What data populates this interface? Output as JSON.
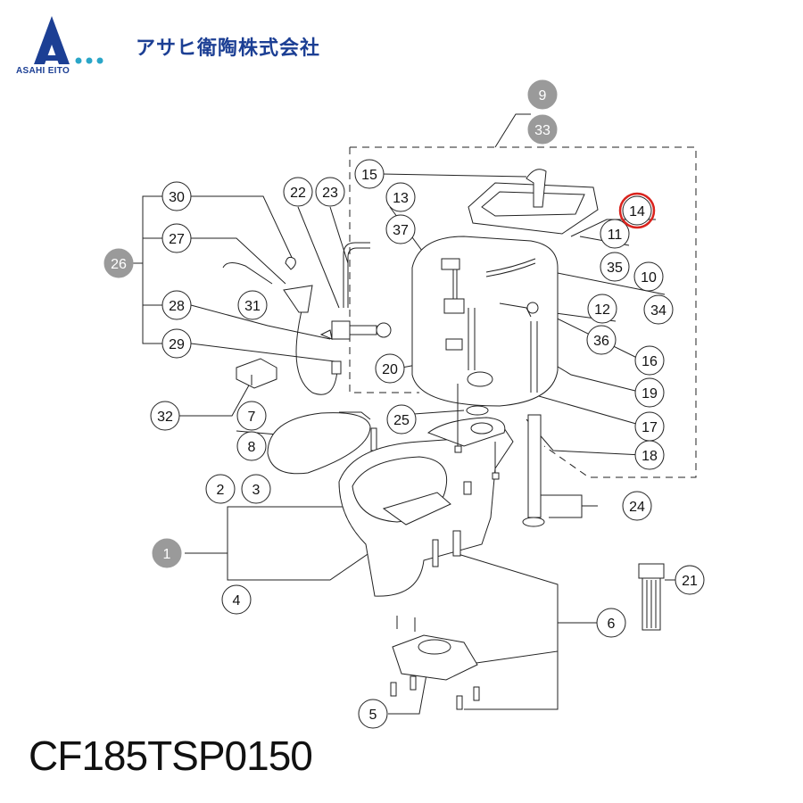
{
  "brand": {
    "logo_text": "ASAHI EITO",
    "company_name": "アサヒ衛陶株式会社",
    "logo_color": "#1c3f94",
    "dot_color": "#2aa6c8"
  },
  "model_number": "CF185TSP0150",
  "highlight_color": "#d9231d",
  "callouts": {
    "c1": "1",
    "c2": "2",
    "c3": "3",
    "c4": "4",
    "c5": "5",
    "c6": "6",
    "c7": "7",
    "c8": "8",
    "c9": "9",
    "c10": "10",
    "c11": "11",
    "c12": "12",
    "c13": "13",
    "c14": "14",
    "c15": "15",
    "c16": "16",
    "c17": "17",
    "c18": "18",
    "c19": "19",
    "c20": "20",
    "c21": "21",
    "c22": "22",
    "c23": "23",
    "c24": "24",
    "c25": "25",
    "c26": "26",
    "c27": "27",
    "c28": "28",
    "c29": "29",
    "c30": "30",
    "c31": "31",
    "c32": "32",
    "c33": "33",
    "c34": "34",
    "c35": "35",
    "c36": "36",
    "c37": "37"
  },
  "highlighted_part": "14",
  "gray_parts": [
    "1",
    "9",
    "26",
    "33"
  ]
}
